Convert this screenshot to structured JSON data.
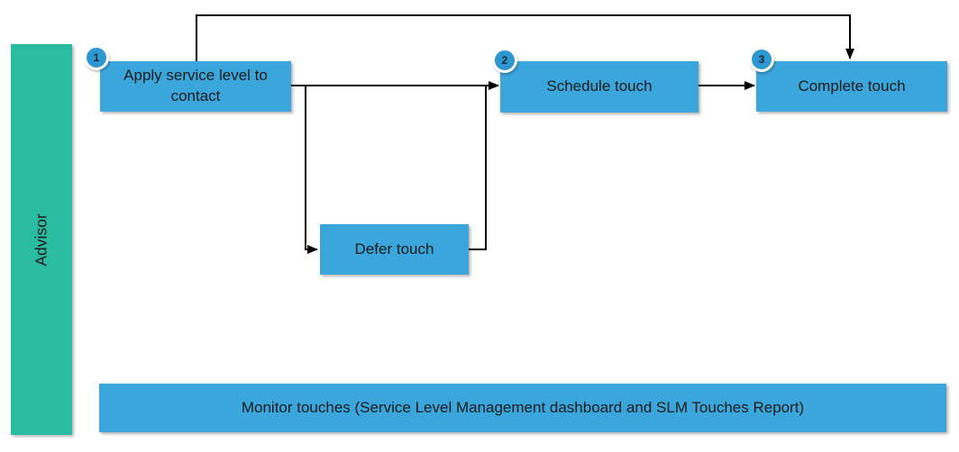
{
  "diagram": {
    "lane": {
      "label": "Advisor"
    },
    "steps": [
      {
        "number": "1",
        "label": "Apply service level to contact"
      },
      {
        "number": "2",
        "label": "Schedule touch"
      },
      {
        "number": "3",
        "label": "Complete touch"
      }
    ],
    "defer_step": {
      "label": "Defer touch"
    },
    "monitor_step": {
      "label": "Monitor touches (Service Level Management dashboard and SLM Touches Report)"
    },
    "colors": {
      "box": "#3BA6DB",
      "badge": "#2C97D1",
      "lane": "#29BCA3",
      "connector": "#000000",
      "text": "#1A1A1A",
      "canvas": "#FFFFFF"
    }
  }
}
